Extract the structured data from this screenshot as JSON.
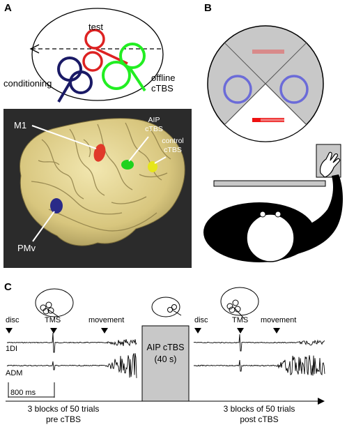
{
  "panels": {
    "a": "A",
    "b": "B",
    "c": "C"
  },
  "panel_a": {
    "coil_labels": {
      "test": "test",
      "conditioning": "conditioning",
      "offline_line1": "offline",
      "offline_line2": "cTBS"
    },
    "brain_labels": {
      "m1": "M1",
      "aip_line1": "AIP",
      "aip_line2": "cTBS",
      "control_line1": "control",
      "control_line2": "cTBS",
      "pmv": "PMv"
    },
    "colors": {
      "test": "#dd2222",
      "conditioning": "#1a1a66",
      "offline": "#22ee22",
      "m1": "#e03a2a",
      "aip": "#1ed21e",
      "control": "#e6e61a",
      "pmv": "#2a2a88",
      "brain": "#e0d08c",
      "brain_bg": "#2a2a2a"
    }
  },
  "panel_b": {
    "colors": {
      "disc": "#c8c8c8",
      "circle": "#6b6bd8",
      "bar_top": "#d88a8a",
      "bar_bottom": "#ee1111"
    }
  },
  "panel_c": {
    "event_labels": {
      "disc": "disc",
      "tms": "TMS",
      "movement": "movement"
    },
    "channels": {
      "fdi": "1DI",
      "adm": "ADM"
    },
    "scale": "800 ms",
    "aip_box": {
      "line1": "AIP cTBS",
      "line2": "(40 s)"
    },
    "blocks_pre": {
      "line1": "3 blocks of 50 trials",
      "line2": "pre cTBS"
    },
    "blocks_post": {
      "line1": "3 blocks of 50 trials",
      "line2": "post cTBS"
    }
  }
}
